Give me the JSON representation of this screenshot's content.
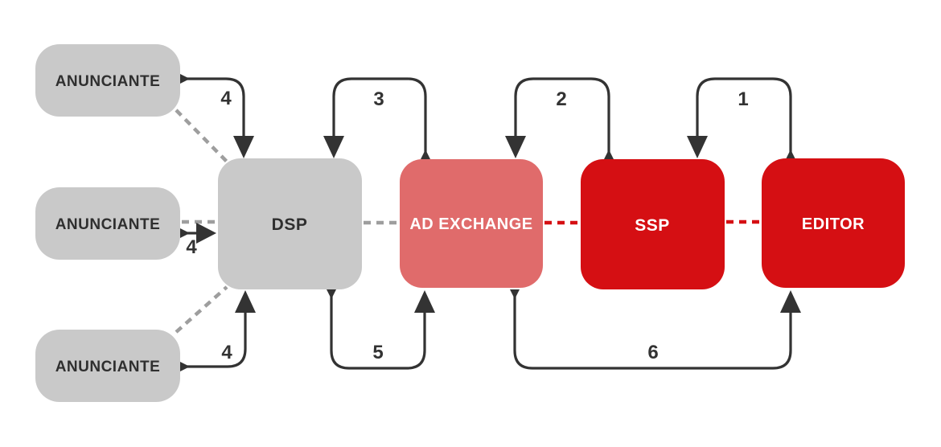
{
  "diagram": {
    "type": "programmatic-advertising-flow",
    "background": "#ffffff",
    "nodes": [
      {
        "id": "anunciante-1",
        "label": "ANUNCIANTE",
        "color": "#c9c9c9",
        "text_color": "#2f2f2f"
      },
      {
        "id": "anunciante-2",
        "label": "ANUNCIANTE",
        "color": "#c9c9c9",
        "text_color": "#2f2f2f"
      },
      {
        "id": "anunciante-3",
        "label": "ANUNCIANTE",
        "color": "#c9c9c9",
        "text_color": "#2f2f2f"
      },
      {
        "id": "dsp",
        "label": "DSP",
        "color": "#c9c9c9",
        "text_color": "#2f2f2f"
      },
      {
        "id": "ad-exchange",
        "label": "AD EXCHANGE",
        "color": "#e06b6b",
        "text_color": "#ffffff"
      },
      {
        "id": "ssp",
        "label": "SSP",
        "color": "#d50f13",
        "text_color": "#ffffff"
      },
      {
        "id": "editor",
        "label": "EDITOR",
        "color": "#d50f13",
        "text_color": "#ffffff"
      }
    ],
    "edges": [
      {
        "id": "step-1",
        "label": "1",
        "from": "editor",
        "to": "ssp",
        "style": "solid-arc-top"
      },
      {
        "id": "step-2",
        "label": "2",
        "from": "ssp",
        "to": "ad-exchange",
        "style": "solid-arc-top"
      },
      {
        "id": "step-3",
        "label": "3",
        "from": "ad-exchange",
        "to": "dsp",
        "style": "solid-arc-top"
      },
      {
        "id": "step-4-top",
        "label": "4",
        "from": "anunciante-1",
        "to": "dsp",
        "style": "solid-arc-top"
      },
      {
        "id": "step-4-middle",
        "label": "4",
        "from": "anunciante-2",
        "to": "dsp",
        "style": "solid-straight"
      },
      {
        "id": "step-4-bottom",
        "label": "4",
        "from": "anunciante-3",
        "to": "dsp",
        "style": "solid-arc-bottom"
      },
      {
        "id": "step-5",
        "label": "5",
        "from": "dsp",
        "to": "ad-exchange",
        "style": "solid-arc-bottom"
      },
      {
        "id": "step-6",
        "label": "6",
        "from": "ad-exchange",
        "to": "editor",
        "style": "solid-arc-bottom"
      }
    ],
    "dashed_links": [
      {
        "from": "anunciante-1",
        "to": "dsp",
        "color": "#9e9e9e"
      },
      {
        "from": "anunciante-2",
        "to": "dsp",
        "color": "#9e9e9e"
      },
      {
        "from": "anunciante-3",
        "to": "dsp",
        "color": "#9e9e9e"
      },
      {
        "from": "dsp",
        "to": "ad-exchange",
        "color": "#9e9e9e"
      },
      {
        "from": "ad-exchange",
        "to": "ssp",
        "color": "#d50f13"
      },
      {
        "from": "ssp",
        "to": "editor",
        "color": "#d50f13"
      }
    ],
    "colors": {
      "line": "#333333",
      "edge_label_text": "#333333",
      "dashed_gray": "#9e9e9e",
      "dashed_red": "#d50f13"
    }
  }
}
